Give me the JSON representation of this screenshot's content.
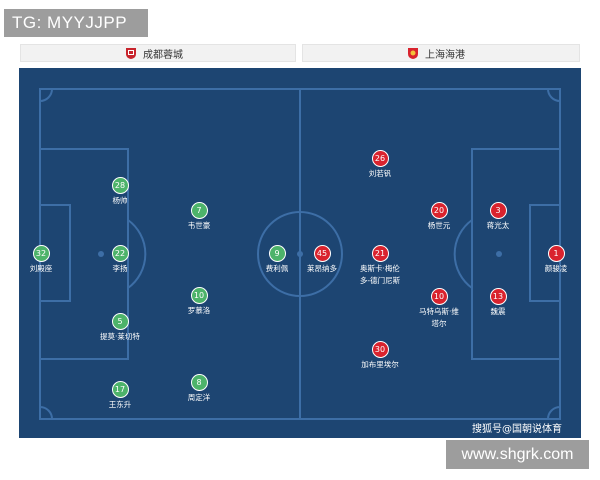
{
  "watermark_top": "TG: MYYJJPP",
  "watermark_bottom": "www.shgrk.com",
  "credit": "搜狐号@国朝说体育",
  "teams": {
    "home": {
      "name": "成都蓉城",
      "color": "#4db36a"
    },
    "away": {
      "name": "上海海港",
      "color": "#d9232e"
    }
  },
  "pitch": {
    "color": "#1d4572",
    "line_color": "#3d6ea6"
  },
  "home_players": [
    {
      "number": "32",
      "name": "刘殿座"
    },
    {
      "number": "28",
      "name": "杨帅"
    },
    {
      "number": "22",
      "name": "李扬"
    },
    {
      "number": "5",
      "name": "提莫·莱切特"
    },
    {
      "number": "17",
      "name": "王东升"
    },
    {
      "number": "7",
      "name": "韦世豪"
    },
    {
      "number": "10",
      "name": "罗慕洛"
    },
    {
      "number": "8",
      "name": "周定洋"
    },
    {
      "number": "9",
      "name": "费利佩"
    }
  ],
  "away_players": [
    {
      "number": "45",
      "name": "莱昂纳多"
    },
    {
      "number": "26",
      "name": "刘若钒"
    },
    {
      "number": "21",
      "name_line1": "奥斯卡·梅伦",
      "name_line2": "多-德门尼斯"
    },
    {
      "number": "30",
      "name": "加布里埃尔"
    },
    {
      "number": "20",
      "name": "杨世元"
    },
    {
      "number": "10",
      "name_line1": "马特乌斯·维",
      "name_line2": "塔尔"
    },
    {
      "number": "3",
      "name": "蒋光太"
    },
    {
      "number": "13",
      "name": "魏震"
    },
    {
      "number": "1",
      "name": "颜骏凌"
    }
  ]
}
